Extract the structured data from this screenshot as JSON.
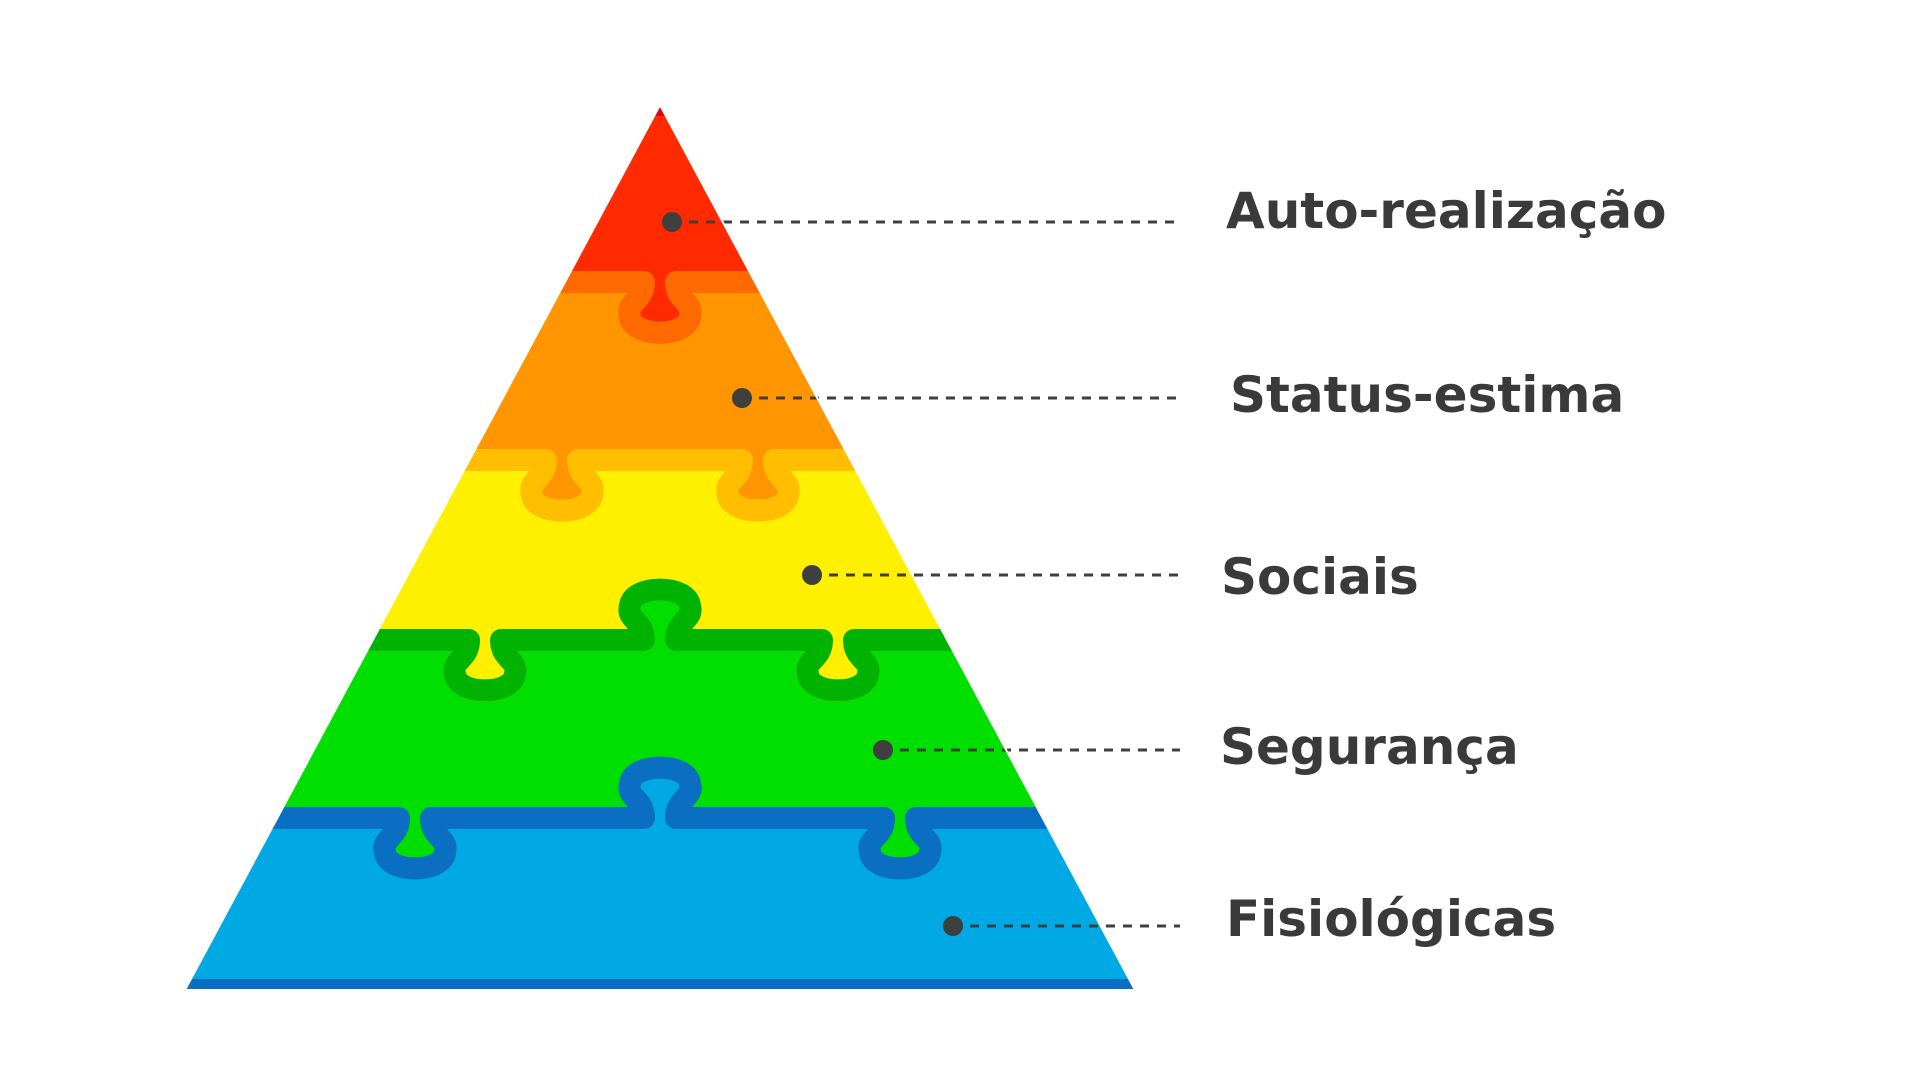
{
  "diagram": {
    "levels": [
      {
        "label": "Auto-realização",
        "fill": "#ff2a00",
        "stroke": "#e3000f"
      },
      {
        "label": "Status-estima",
        "fill": "#ff9500",
        "stroke": "#ff6a00"
      },
      {
        "label": "Sociais",
        "fill": "#ffef00",
        "stroke": "#ffbf00"
      },
      {
        "label": "Segurança",
        "fill": "#00df00",
        "stroke": "#00b300"
      },
      {
        "label": "Fisiológicas",
        "fill": "#00a8e4",
        "stroke": "#0a6fc2"
      }
    ],
    "leader_color": "#3f3f3f",
    "label_color": "#3a3a3a"
  }
}
